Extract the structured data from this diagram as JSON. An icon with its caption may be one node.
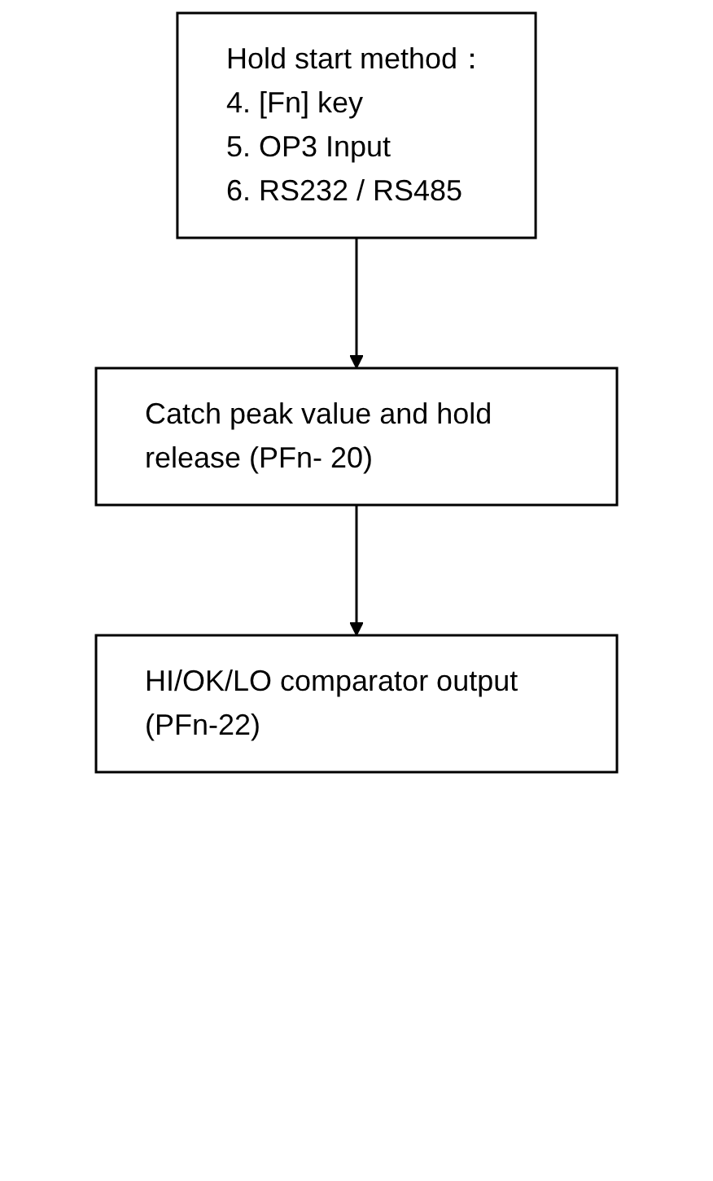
{
  "diagram": {
    "nodes": [
      {
        "text": [
          "Hold start method：",
          "4. [Fn] key",
          "5. OP3 Input",
          "6. RS232 / RS485"
        ]
      },
      {
        "text": [
          "Catch peak value and hold release (PFn- 20)"
        ]
      },
      {
        "text": [
          "HI/OK/LO comparator output (PFn-22)"
        ]
      }
    ],
    "edges": [
      {
        "from": 0,
        "to": 1,
        "arrow": "to"
      },
      {
        "from": 1,
        "to": 2,
        "arrow": "to"
      }
    ]
  }
}
